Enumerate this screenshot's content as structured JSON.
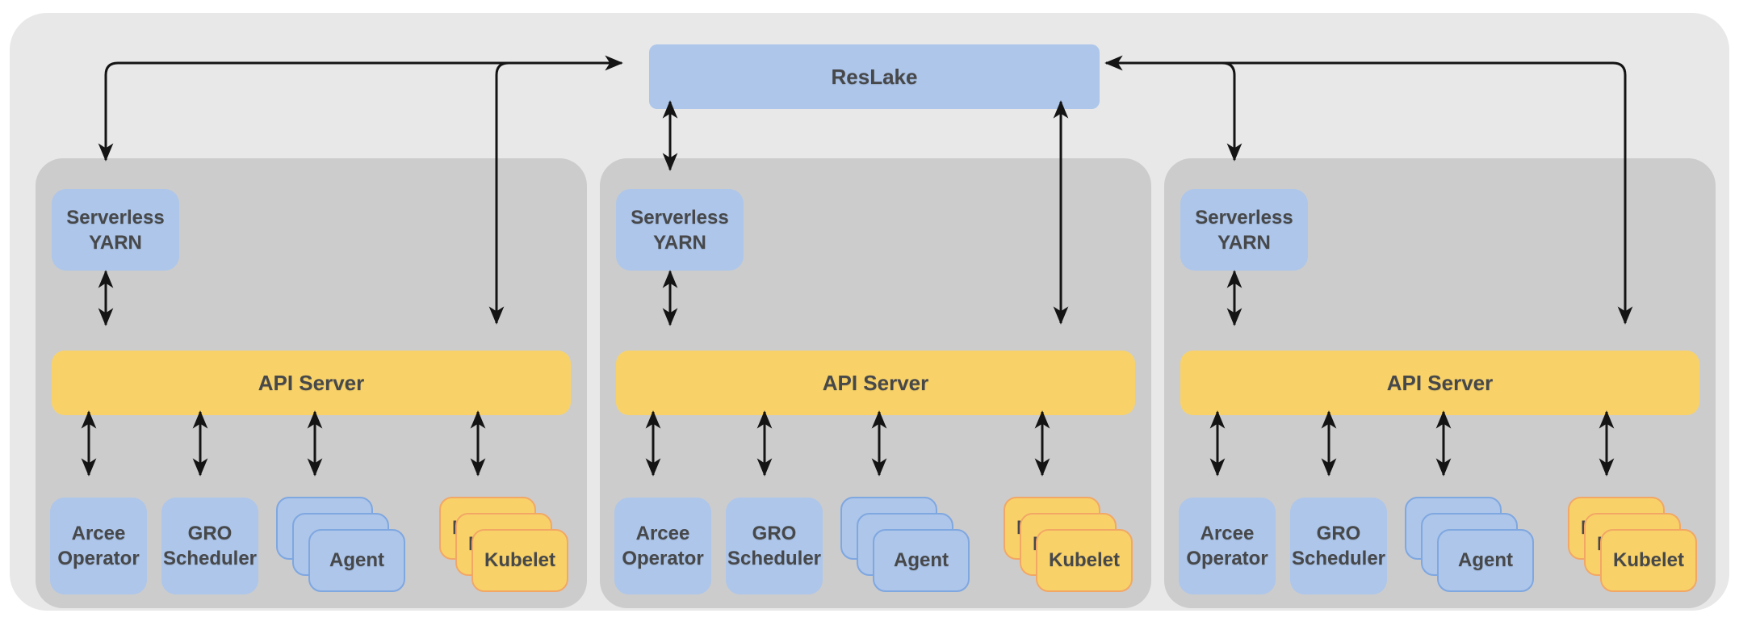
{
  "colors": {
    "platform_bg": "#e8e8e9",
    "cluster_bg": "#cccccd",
    "blue_node": "#adc6ea",
    "blue_node_border": "#7fa7e0",
    "yellow_node": "#f8d269",
    "yellow_node_border": "#f2a765",
    "arrow": "#141414",
    "text": "#47484a"
  },
  "reslake": {
    "label": "ResLake"
  },
  "clusters": [
    {
      "yarn": {
        "line1": "Serverless",
        "line2": "YARN"
      },
      "api_label": "API Server",
      "arcee": {
        "line1": "Arcee",
        "line2": "Operator"
      },
      "gro": {
        "line1": "GRO",
        "line2": "Scheduler"
      },
      "agent_label": "Agent",
      "agent_count": 3,
      "kubelet_label": "Kubelet",
      "kubelet_count": 3
    },
    {
      "yarn": {
        "line1": "Serverless",
        "line2": "YARN"
      },
      "api_label": "API Server",
      "arcee": {
        "line1": "Arcee",
        "line2": "Operator"
      },
      "gro": {
        "line1": "GRO",
        "line2": "Scheduler"
      },
      "agent_label": "Agent",
      "agent_count": 3,
      "kubelet_label": "Kubelet",
      "kubelet_count": 3
    },
    {
      "yarn": {
        "line1": "Serverless",
        "line2": "YARN"
      },
      "api_label": "API Server",
      "arcee": {
        "line1": "Arcee",
        "line2": "Operator"
      },
      "gro": {
        "line1": "GRO",
        "line2": "Scheduler"
      },
      "agent_label": "Agent",
      "agent_count": 3,
      "kubelet_label": "Kubelet",
      "kubelet_count": 3
    }
  ],
  "connections": [
    {
      "from": "ResLake",
      "to": "cluster-1 Serverless YARN",
      "bidirectional": true
    },
    {
      "from": "ResLake",
      "to": "cluster-1 API Server",
      "bidirectional": true
    },
    {
      "from": "ResLake",
      "to": "cluster-2 Serverless YARN",
      "bidirectional": true
    },
    {
      "from": "ResLake",
      "to": "cluster-2 API Server",
      "bidirectional": true
    },
    {
      "from": "ResLake",
      "to": "cluster-3 Serverless YARN",
      "bidirectional": true
    },
    {
      "from": "ResLake",
      "to": "cluster-3 API Server",
      "bidirectional": true
    },
    {
      "from": "Serverless YARN",
      "to": "API Server",
      "bidirectional": true,
      "per_cluster": true
    },
    {
      "from": "API Server",
      "to": "Arcee Operator",
      "bidirectional": true,
      "per_cluster": true
    },
    {
      "from": "API Server",
      "to": "GRO Scheduler",
      "bidirectional": true,
      "per_cluster": true
    },
    {
      "from": "API Server",
      "to": "Agent",
      "bidirectional": true,
      "per_cluster": true
    },
    {
      "from": "API Server",
      "to": "Kubelet",
      "bidirectional": true,
      "per_cluster": true
    }
  ]
}
